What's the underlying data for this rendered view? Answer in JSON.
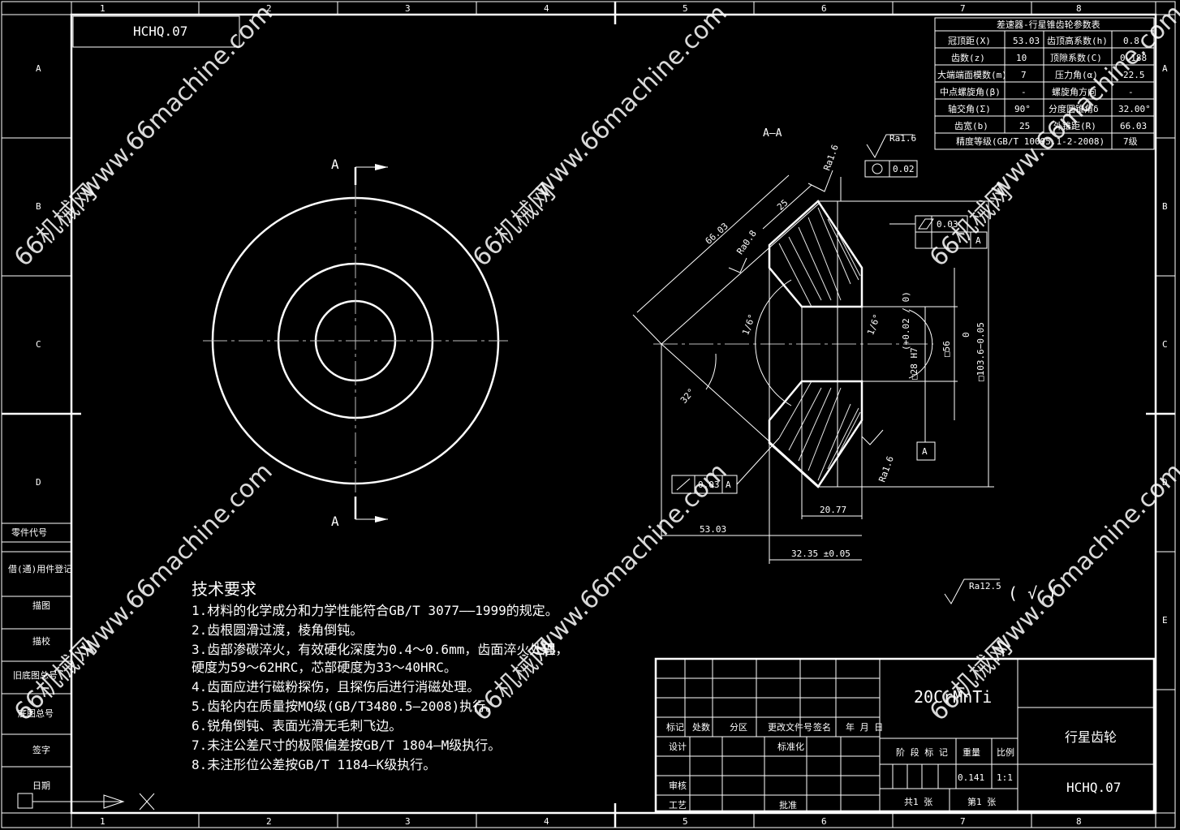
{
  "drawing_code": "HCHQ.07",
  "section_label": "A—A",
  "view_marker": "A",
  "datum": "A",
  "border": {
    "cols_top": [
      "1",
      "2",
      "3",
      "4",
      "5",
      "6",
      "7",
      "8"
    ],
    "cols_bottom": [
      "1",
      "2",
      "3",
      "4",
      "5",
      "6",
      "7",
      "8"
    ],
    "rows": [
      "A",
      "B",
      "C",
      "D",
      "E"
    ]
  },
  "param_table": {
    "title": "差速器-行星锥齿轮参数表",
    "rows": [
      [
        "冠顶距(X)",
        "53.03",
        "齿顶高系数(h)",
        "0.8"
      ],
      [
        "齿数(z)",
        "10",
        "顶隙系数(C)",
        "0.188"
      ],
      [
        "大端端面模数(m)",
        "7",
        "压力角(α)",
        "22.5"
      ],
      [
        "中点螺旋角(β)",
        "-",
        "螺旋角方向",
        "-"
      ],
      [
        "轴交角(Σ)",
        "90°",
        "分度圆锥角δ",
        "32.00°"
      ],
      [
        "齿宽(b)",
        "25",
        "外锥距(R)",
        "66.03"
      ]
    ],
    "last_row": [
      "精度等级(GB/T 10095.1-2-2008)",
      "7级"
    ]
  },
  "dimensions": {
    "cone_distance": "66.03",
    "face_width": "25",
    "apex_dist": "53.03",
    "width_20": "20.77",
    "width_32": "32.35 ±0.05",
    "angle": "32°",
    "dia_103": "□103.6−0.05",
    "dia_103_top": "0",
    "dia_56": "□56",
    "bore": "□28 H7",
    "bore_tol": "(+0.02 / 0)",
    "chamfer_left": "1/6°",
    "chamfer_right": "1/6°"
  },
  "surface": {
    "ra16_top": "Ra1.6",
    "ra08": "Ra0.8",
    "ra16_rot": "Ra1.6",
    "ra16_bottom": "Ra1.6",
    "ra125": "Ra12.5",
    "general_mark": "( √ )"
  },
  "gdt": {
    "circularity": "0.02",
    "parallel": "0.03",
    "perp_ref": "A",
    "runout": "0.03",
    "runout_ref": "A"
  },
  "tech": {
    "title": "技术要求",
    "lines": [
      "1.材料的化学成分和力学性能符合GB/T 3077——1999的规定。",
      "2.齿根圆滑过渡，棱角倒钝。",
      "3.齿部渗碳淬火，有效硬化深度为0.4～0.6mm，齿面淬火处理，",
      "硬度为59～62HRC，芯部硬度为33～40HRC。",
      "4.齿面应进行磁粉探伤，且探伤后进行消磁处理。",
      "5.齿轮内在质量按MQ级(GB/T3480.5—2008)执行。",
      "6.锐角倒钝、表面光滑无毛刺飞边。",
      "7.未注公差尺寸的极限偏差按GB/T 1804—M级执行。",
      "8.未注形位公差按GB/T 1184—K级执行。"
    ]
  },
  "side_labels": [
    "零件代号",
    "借(通)用件登记",
    "描图",
    "描校",
    "旧底图总号",
    "底图总号",
    "签字",
    "日期"
  ],
  "title_block": {
    "material": "20CrMnTi",
    "part_name": "行星齿轮",
    "drawing_no": "HCHQ.07",
    "rev_headers": [
      "标记",
      "处数",
      "分区",
      "更改文件号",
      "签名",
      "年 月 日"
    ],
    "role_design": "设计",
    "role_std": "标准化",
    "role_check": "审核",
    "role_process": "工艺",
    "role_approve": "批准",
    "stage": "阶 段 标 记",
    "weight": "重量",
    "scale": "比例",
    "weight_val": "0.141",
    "scale_val": "1:1",
    "sheets_total": "共1 张",
    "sheet_no": "第1 张"
  },
  "watermark": {
    "site": "www.66machine.com",
    "cn": "66机械网"
  }
}
